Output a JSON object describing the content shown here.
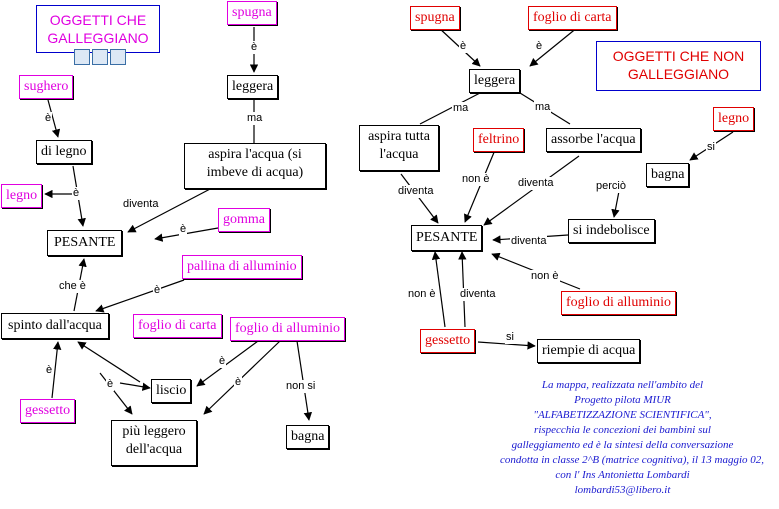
{
  "titles": {
    "left": "OGGETTI CHE GALLEGGIANO",
    "right": "OGGETTI CHE NON GALLEGGIANO"
  },
  "icons": [
    "image-icon",
    "document-icon",
    "concept-map-icon"
  ],
  "nodes": {
    "L_spugna": "spugna",
    "L_leggera": "leggera",
    "L_aspira": "aspira l'acqua (si imbeve di acqua)",
    "L_sughero": "sughero",
    "L_dilegno": "di legno",
    "L_legno": "legno",
    "L_pesante": "PESANTE",
    "L_gomma": "gomma",
    "L_pallina": "pallina di alluminio",
    "L_spinto": "spinto dall'acqua",
    "L_foglio_carta": "foglio di carta",
    "L_foglio_all": "foglio di alluminio",
    "L_liscio": "liscio",
    "L_gessetto": "gessetto",
    "L_piu_leggero": "più leggero dell'acqua",
    "L_bagna": "bagna",
    "R_spugna": "spugna",
    "R_foglio_carta": "foglio di carta",
    "R_leggera": "leggera",
    "R_aspira": "aspira tutta l'acqua",
    "R_feltrino": "feltrino",
    "R_assorbe": "assorbe l'acqua",
    "R_legno": "legno",
    "R_bagna": "bagna",
    "R_pesante": "PESANTE",
    "R_indebolisce": "si indebolisce",
    "R_foglio_all": "foglio di alluminio",
    "R_gessetto": "gessetto",
    "R_riempie": "riempie di acqua"
  },
  "links": {
    "l_e1": "è",
    "l_ma1": "ma",
    "l_e2": "è",
    "l_e3": "è",
    "l_diventa1": "diventa",
    "l_e4": "è",
    "l_chee": "che è",
    "l_e5": "è",
    "l_e6": "è",
    "l_e7": "è",
    "l_e8": "è",
    "l_e9": "è",
    "l_nonsi": "non si",
    "r_e1": "è",
    "r_e2": "è",
    "r_ma1": "ma",
    "r_ma2": "ma",
    "r_si1": "si",
    "r_diventa1": "diventa",
    "r_none1": "non è",
    "r_diventa2": "diventa",
    "r_perche": "perciò",
    "r_diventa3": "diventa",
    "r_none2": "non è",
    "r_none3": "non è",
    "r_diventa4": "diventa",
    "r_si2": "si"
  },
  "note": [
    "La mappa, realizzata nell'ambito del",
    "Progetto pilota MIUR",
    "\"ALFABETIZZAZIONE SCIENTIFICA\",",
    "rispecchia le concezioni dei bambini sul",
    "galleggiamento ed è la sintesi della conversazione",
    "condotta in classe 2^B (matrice cognitiva), il 13 maggio 02,",
    "con l' Ins Antonietta Lombardi",
    "lombardi53@libero.it"
  ],
  "colors": {
    "magenta": "#e000e0",
    "red": "#e00000",
    "frame": "#0000cc",
    "note": "#1a1ad0"
  }
}
